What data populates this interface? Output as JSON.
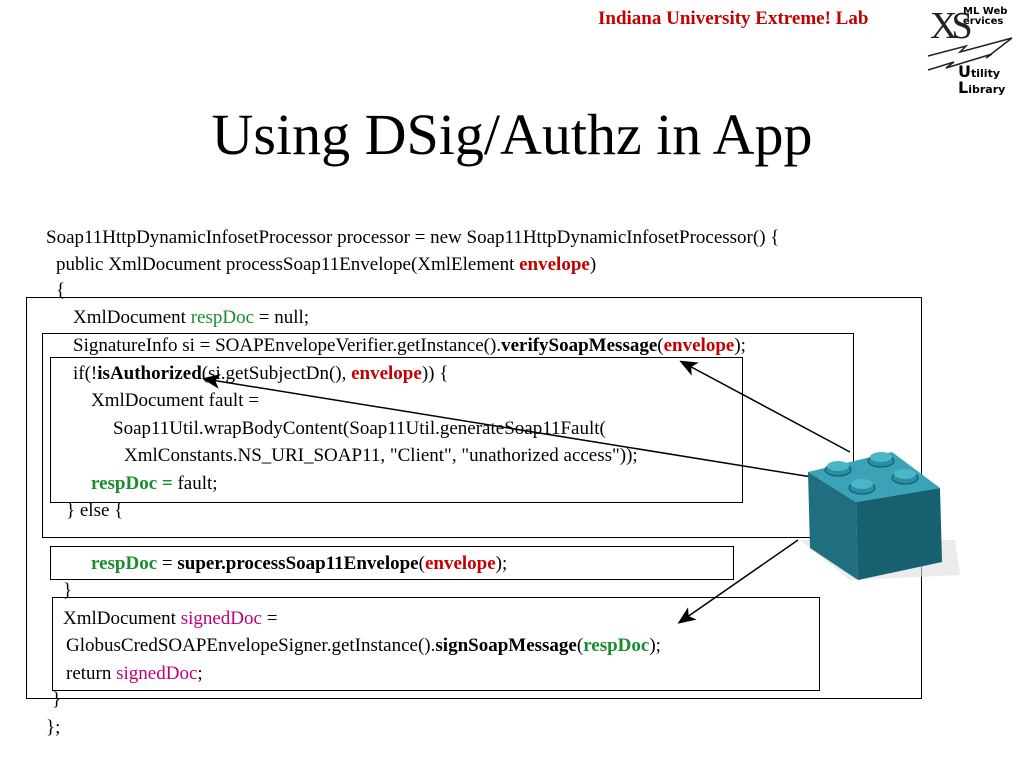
{
  "header": {
    "lab_name": "Indiana University Extreme! Lab",
    "logo": {
      "letters": "XS",
      "line1": "ML Web",
      "line2": "ervices",
      "line3": "tility",
      "line4": "ibrary",
      "big_u": "U",
      "big_l": "L"
    }
  },
  "slide": {
    "title": "Using DSig/Authz in App"
  },
  "code": {
    "l1": "Soap11HttpDynamicInfosetProcessor processor = new Soap11HttpDynamicInfosetProcessor() {",
    "l2a": "public XmlDocument processSoap11Envelope(XmlElement ",
    "l2b": "envelope",
    "l2c": ")",
    "l3": "{",
    "l4a": "XmlDocument ",
    "l4b": "respDoc",
    "l4c": " = null;",
    "l5a": "SignatureInfo si = SOAPEnvelopeVerifier.getInstance().",
    "l5b": "verifySoapMessage",
    "l5c": "(",
    "l5d": "envelope",
    "l5e": ");",
    "l6a": "if(!",
    "l6b": "isAuthorized",
    "l6c": "(si.getSubjectDn(), ",
    "l6d": "envelope",
    "l6e": ")) {",
    "l7": "XmlDocument fault =",
    "l8": "Soap11Util.wrapBodyContent(Soap11Util.generateSoap11Fault(",
    "l9": "XmlConstants.NS_URI_SOAP11, \"Client\", \"unathorized access\"));",
    "l10a": "respDoc",
    "l10b": " = ",
    "l10c": "fault;",
    "l11": "} else {",
    "l12a": "respDoc",
    "l12b": " = ",
    "l12c": "super.processSoap11Envelope",
    "l12d": "(",
    "l12e": "envelope",
    "l12f": ");",
    "l13": "}",
    "l14a": "XmlDocument ",
    "l14b": "signedDoc",
    "l14c": " =",
    "l15a": "GlobusCredSOAPEnvelopeSigner.getInstance().",
    "l15b": "signSoapMessage",
    "l15c": "(",
    "l15d": "respDoc",
    "l15e": ");",
    "l16a": "return ",
    "l16b": "signedDoc",
    "l16c": ";",
    "l17": "}",
    "l18": "};"
  },
  "colors": {
    "param_red": "#c40000",
    "var_green": "#1a8c2e",
    "var_magenta": "#c0007a",
    "lego_blue": "#2c8fa3"
  },
  "graphic": {
    "brick": "lego-brick-icon"
  }
}
